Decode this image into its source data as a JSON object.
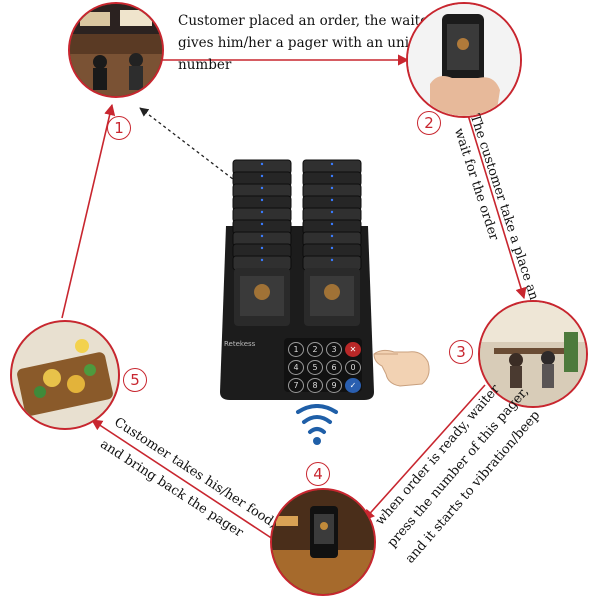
{
  "steps": [
    {
      "number": "1",
      "caption_lines": [
        "Customer placed an order, the waiter",
        "gives him/her a pager with an unique",
        "number"
      ]
    },
    {
      "number": "2",
      "caption_lines": [
        "The customer  take a place and",
        "wait for the order"
      ]
    },
    {
      "number": "3",
      "caption_lines": [
        "when order is ready, waiter",
        "press the number of this pager,",
        "and it starts to vibration/beep"
      ]
    },
    {
      "number": "4",
      "caption_lines": []
    },
    {
      "number": "5",
      "caption_lines": [
        "Customer takes his/her food,",
        "and bring back the pager"
      ]
    }
  ],
  "device": {
    "brand": "Retekess",
    "keypad": [
      "1",
      "2",
      "3",
      "✕",
      "4",
      "5",
      "6",
      "0",
      "7",
      "8",
      "9",
      "✓"
    ]
  },
  "colors": {
    "accent": "#c8262f",
    "wifi": "#1f5fa8",
    "device": "#1c1c1c"
  },
  "icons": {
    "signal": "wifi-signal-icon",
    "hand": "pointing-hand-icon"
  }
}
